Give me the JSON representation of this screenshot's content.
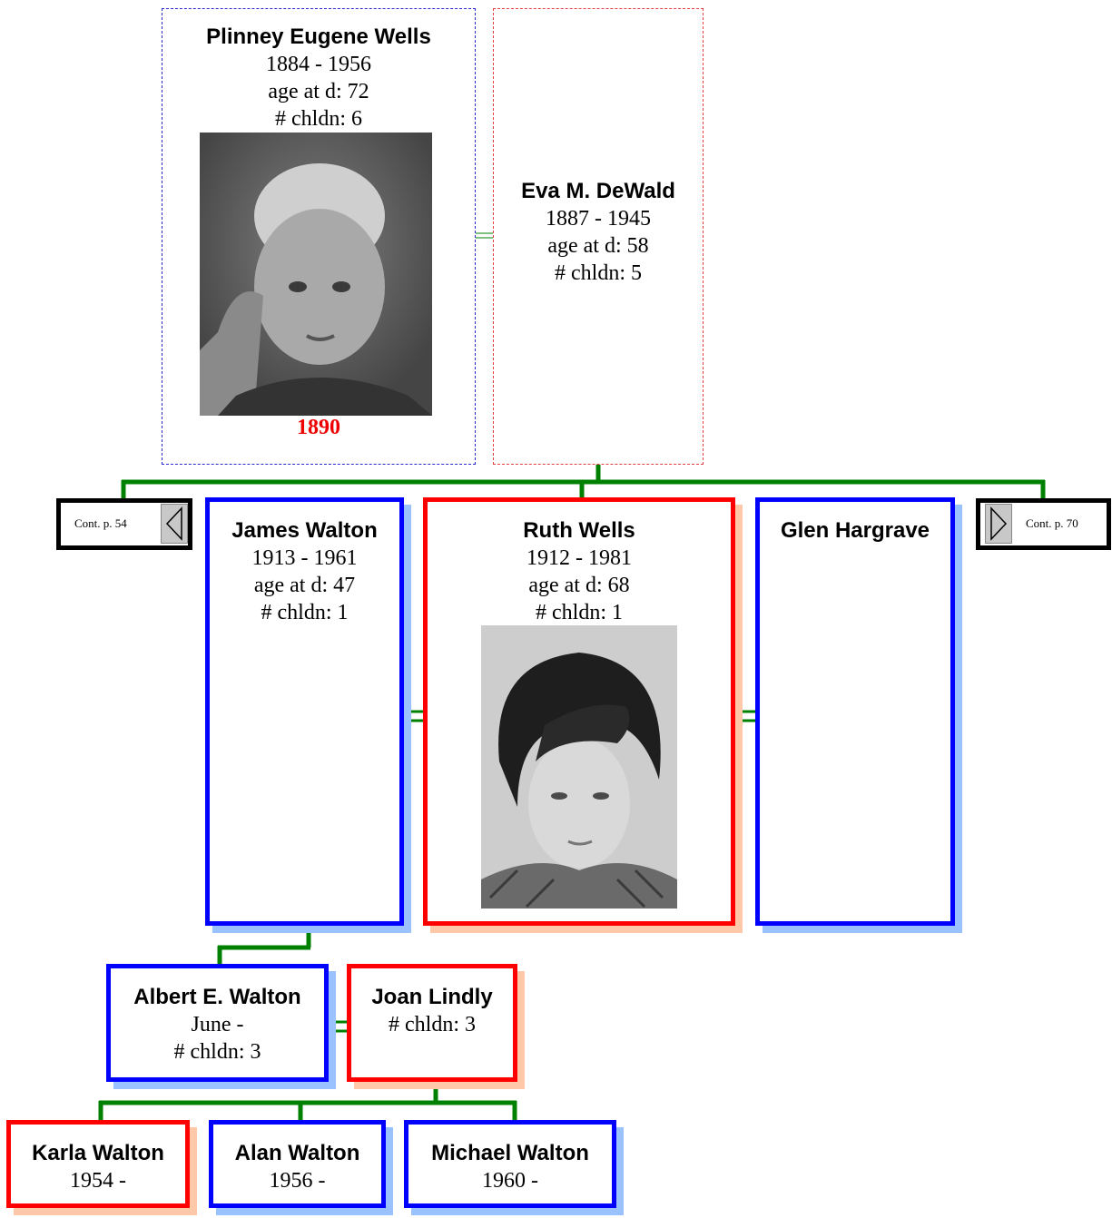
{
  "people": {
    "plinney": {
      "name": "Plinney Eugene Wells",
      "dates": "1884 - 1956",
      "age": "age at d: 72",
      "children": "# chldn: 6",
      "photo_caption": "1890"
    },
    "eva": {
      "name": "Eva M. DeWald",
      "dates": "1887 - 1945",
      "age": "age at d: 58",
      "children": "# chldn: 5"
    },
    "james": {
      "name": "James Walton",
      "dates": "1913 - 1961",
      "age": "age at d: 47",
      "children": "# chldn: 1"
    },
    "ruth": {
      "name": "Ruth Wells",
      "dates": "1912 - 1981",
      "age": "age at d: 68",
      "children": "# chldn: 1"
    },
    "glen": {
      "name": "Glen Hargrave"
    },
    "albert": {
      "name": "Albert E. Walton",
      "dates": "June -",
      "children": "# chldn: 3"
    },
    "joan": {
      "name": "Joan Lindly",
      "children": "# chldn: 3"
    },
    "karla": {
      "name": "Karla Walton",
      "dates": "1954 -"
    },
    "alan": {
      "name": "Alan Walton",
      "dates": "1956 -"
    },
    "michael": {
      "name": "Michael Walton",
      "dates": "1960 -"
    }
  },
  "continuations": {
    "left": "Cont. p. 54",
    "right": "Cont. p. 70"
  },
  "colors": {
    "male": "#0000ff",
    "female": "#ff0000",
    "connector": "#008000"
  }
}
